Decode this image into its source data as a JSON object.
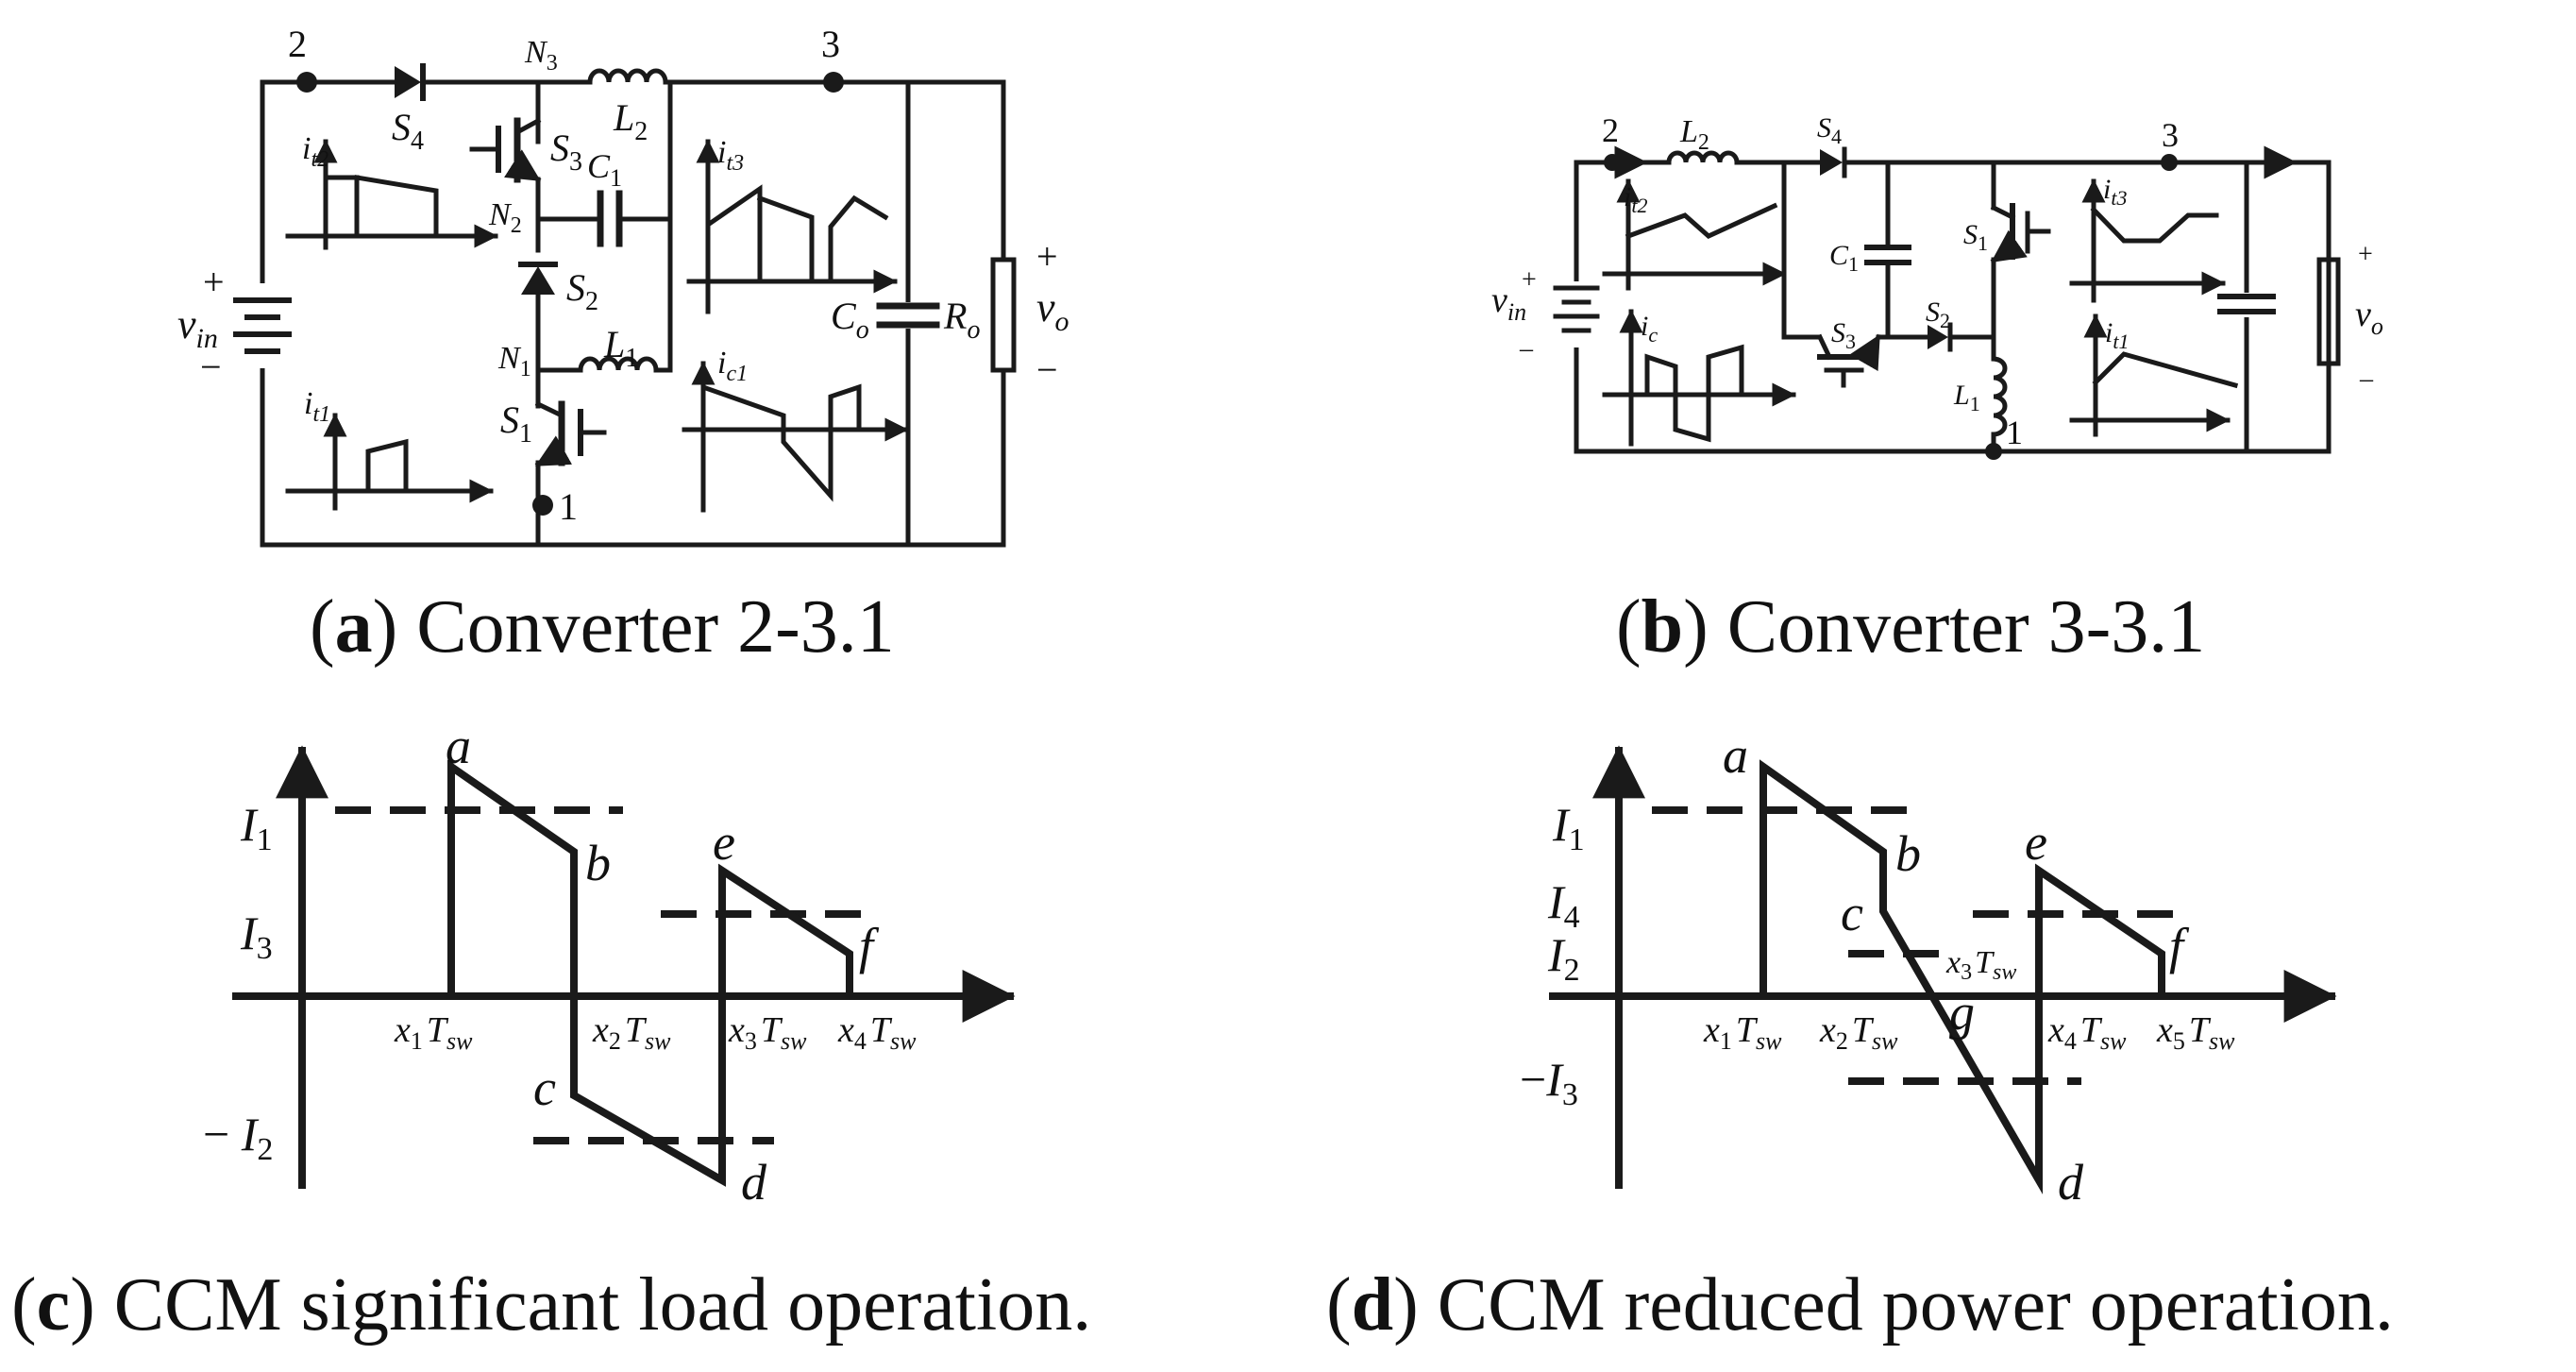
{
  "captions": {
    "a": {
      "letter": "a",
      "text": "Converter 2-3.1"
    },
    "b": {
      "letter": "b",
      "text": "Converter 3-3.1"
    },
    "c": {
      "letter": "c",
      "text": "CCM significant load operation."
    },
    "d": {
      "letter": "d",
      "text": "CCM reduced power operation."
    }
  },
  "circuit_a": {
    "nodes": {
      "n2": "2",
      "n3": "3",
      "n1": "1"
    },
    "components": {
      "s4": {
        "sym": "S",
        "sub": "4"
      },
      "s3": {
        "sym": "S",
        "sub": "3"
      },
      "s2": {
        "sym": "S",
        "sub": "2"
      },
      "s1": {
        "sym": "S",
        "sub": "1"
      },
      "l2": {
        "sym": "L",
        "sub": "2"
      },
      "l1": {
        "sym": "L",
        "sub": "1"
      },
      "c1": {
        "sym": "C",
        "sub": "1"
      },
      "co": {
        "sym": "C",
        "sub": "o"
      },
      "ro": {
        "sym": "R",
        "sub": "o"
      },
      "n3tap": {
        "sym": "N",
        "sub": "3"
      },
      "n2tap": {
        "sym": "N",
        "sub": "2"
      },
      "n1tap": {
        "sym": "N",
        "sub": "1"
      }
    },
    "source": {
      "sym": "v",
      "sub": "in",
      "plus": "+",
      "minus": "−"
    },
    "output": {
      "sym": "v",
      "sub": "o",
      "plus": "+",
      "minus": "−"
    },
    "waveforms": {
      "it2": {
        "sym": "i",
        "sub": "t2"
      },
      "it1": {
        "sym": "i",
        "sub": "t1"
      },
      "it3": {
        "sym": "i",
        "sub": "t3"
      },
      "ic1": {
        "sym": "i",
        "sub": "c1"
      }
    }
  },
  "circuit_b": {
    "nodes": {
      "n2": "2",
      "n3": "3",
      "n1": "1"
    },
    "components": {
      "l2": {
        "sym": "L",
        "sub": "2"
      },
      "s4": {
        "sym": "S",
        "sub": "4"
      },
      "c1": {
        "sym": "C",
        "sub": "1"
      },
      "s3": {
        "sym": "S",
        "sub": "3"
      },
      "s2": {
        "sym": "S",
        "sub": "2"
      },
      "s1": {
        "sym": "S",
        "sub": "1"
      },
      "l1": {
        "sym": "L",
        "sub": "1"
      }
    },
    "source": {
      "sym": "v",
      "sub": "in",
      "plus": "+",
      "minus": "–"
    },
    "output": {
      "sym": "v",
      "sub": "o",
      "plus": "+",
      "minus": "–"
    },
    "waveforms": {
      "it2": {
        "sym": "i",
        "sub": "t2"
      },
      "ic": {
        "sym": "i",
        "sub": "c"
      },
      "it3": {
        "sym": "i",
        "sub": "t3"
      },
      "it1": {
        "sym": "i",
        "sub": "t1"
      }
    }
  },
  "plot_c": {
    "points": {
      "a": "a",
      "b": "b",
      "c": "c",
      "d": "d",
      "e": "e",
      "f": "f"
    },
    "levels": {
      "i1": {
        "sym": "I",
        "sub": "1",
        "prefix": ""
      },
      "i3": {
        "sym": "I",
        "sub": "3",
        "prefix": ""
      },
      "i2": {
        "sym": "I",
        "sub": "2",
        "prefix": "− "
      }
    },
    "ticks": {
      "x1": {
        "x": "x",
        "n": "1",
        "T": "T",
        "sw": "sw"
      },
      "x2": {
        "x": "x",
        "n": "2",
        "T": "T",
        "sw": "sw"
      },
      "x3": {
        "x": "x",
        "n": "3",
        "T": "T",
        "sw": "sw"
      },
      "x4": {
        "x": "x",
        "n": "4",
        "T": "T",
        "sw": "sw"
      }
    }
  },
  "plot_d": {
    "points": {
      "a": "a",
      "b": "b",
      "c": "c",
      "d": "d",
      "e": "e",
      "f": "f",
      "g": "g"
    },
    "levels": {
      "i1": {
        "sym": "I",
        "sub": "1",
        "prefix": ""
      },
      "i4": {
        "sym": "I",
        "sub": "4",
        "prefix": ""
      },
      "i2": {
        "sym": "I",
        "sub": "2",
        "prefix": ""
      },
      "i3": {
        "sym": "I",
        "sub": "3",
        "prefix": "−"
      }
    },
    "ticks": {
      "x1": {
        "x": "x",
        "n": "1",
        "T": "T",
        "sw": "sw"
      },
      "x2": {
        "x": "x",
        "n": "2",
        "T": "T",
        "sw": "sw"
      },
      "x3": {
        "x": "x",
        "n": "3",
        "T": "T",
        "sw": "sw"
      },
      "x4": {
        "x": "x",
        "n": "4",
        "T": "T",
        "sw": "sw"
      },
      "x5": {
        "x": "x",
        "n": "5",
        "T": "T",
        "sw": "sw"
      }
    }
  }
}
